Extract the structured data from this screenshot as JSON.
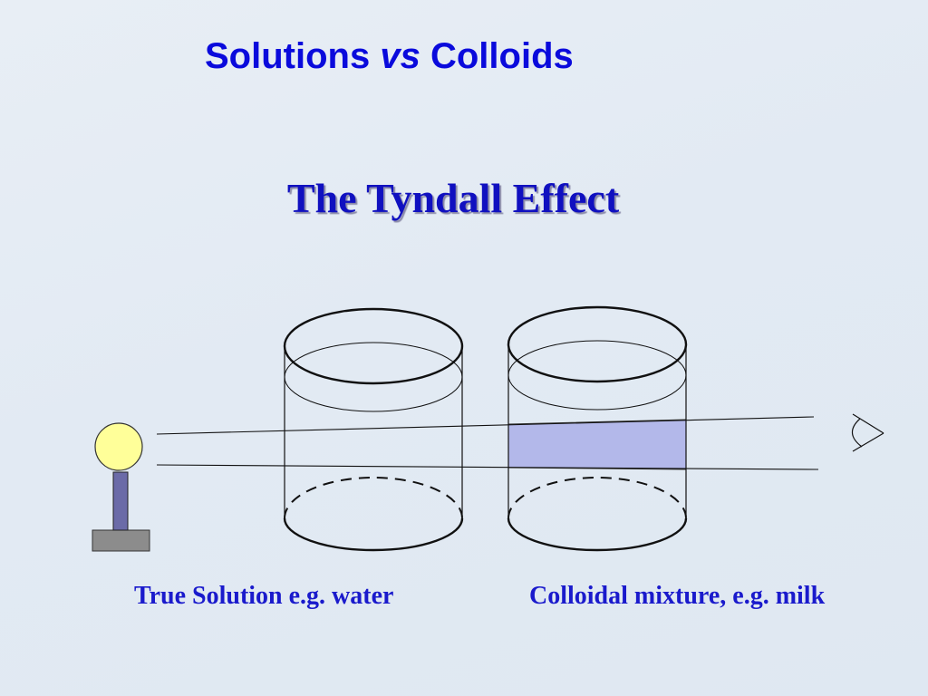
{
  "slide": {
    "title_part1": "Solutions",
    "title_vs": "vs",
    "title_part2": "Colloids",
    "subtitle": "The Tyndall Effect"
  },
  "captions": {
    "solution": "True Solution e.g. water",
    "colloid": "Colloidal mixture, e.g. milk"
  },
  "icons": {
    "light_source": "lamp-icon",
    "observer": "eye-icon"
  },
  "colors": {
    "title": "#0a0adc",
    "subtitle": "#1010c0",
    "caption": "#1a1acc",
    "lamp_bulb": "#ffff99",
    "lamp_stand": "#6b6ba8",
    "lamp_base": "#8c8c8c",
    "scattered_beam": "#b3b8ea"
  }
}
